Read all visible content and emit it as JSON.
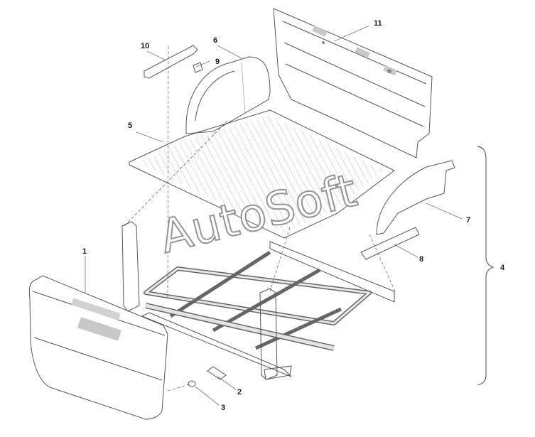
{
  "callouts": [
    {
      "id": "1",
      "label": "1"
    },
    {
      "id": "2",
      "label": "2"
    },
    {
      "id": "3",
      "label": "3"
    },
    {
      "id": "4",
      "label": "4"
    },
    {
      "id": "5",
      "label": "5"
    },
    {
      "id": "6",
      "label": "6"
    },
    {
      "id": "7",
      "label": "7"
    },
    {
      "id": "8",
      "label": "8"
    },
    {
      "id": "9",
      "label": "9"
    },
    {
      "id": "10",
      "label": "10"
    },
    {
      "id": "11",
      "label": "11"
    }
  ],
  "watermark": {
    "text": "AutoSoft"
  },
  "colors": {
    "part_fill": "#e6e6e6",
    "part_stroke": "#555555",
    "shade": "#cfcfcf",
    "dark": "#9a9a9a"
  }
}
